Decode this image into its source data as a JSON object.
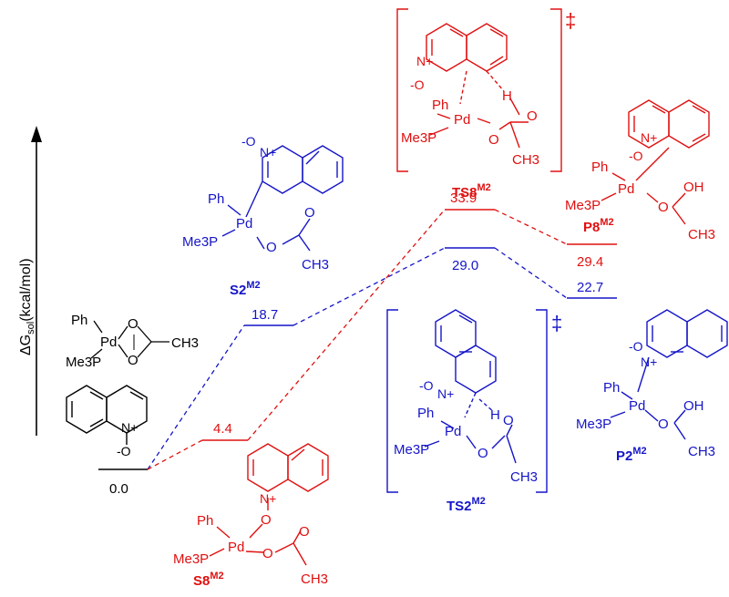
{
  "axis": {
    "label_main": "ΔG",
    "label_sub": "sol",
    "label_unit": "(kcal/mol)"
  },
  "colors": {
    "black": "#000000",
    "blue": "#1515c8",
    "red": "#e01010"
  },
  "levels": {
    "start": "0.0",
    "s8": "4.4",
    "s2": "18.7",
    "ts2": "29.0",
    "ts8": "33.9",
    "p8": "29.4",
    "p2": "22.7"
  },
  "dagger": "‡",
  "labels": {
    "s2": {
      "base": "S2",
      "sup": "M2"
    },
    "s8": {
      "base": "S8",
      "sup": "M2"
    },
    "ts8": {
      "base": "TS8",
      "sup": "M2"
    },
    "ts2": {
      "base": "TS2",
      "sup": "M2"
    },
    "p8": {
      "base": "P8",
      "sup": "M2"
    },
    "p2": {
      "base": "P2",
      "sup": "M2"
    }
  },
  "atoms": {
    "ph": "Ph",
    "pd": "Pd",
    "me3p": "Me3P",
    "o": "O",
    "oh": "OH",
    "h": "H",
    "ch3": "CH3",
    "n_plus": "N+",
    "o_minus": "-O"
  }
}
